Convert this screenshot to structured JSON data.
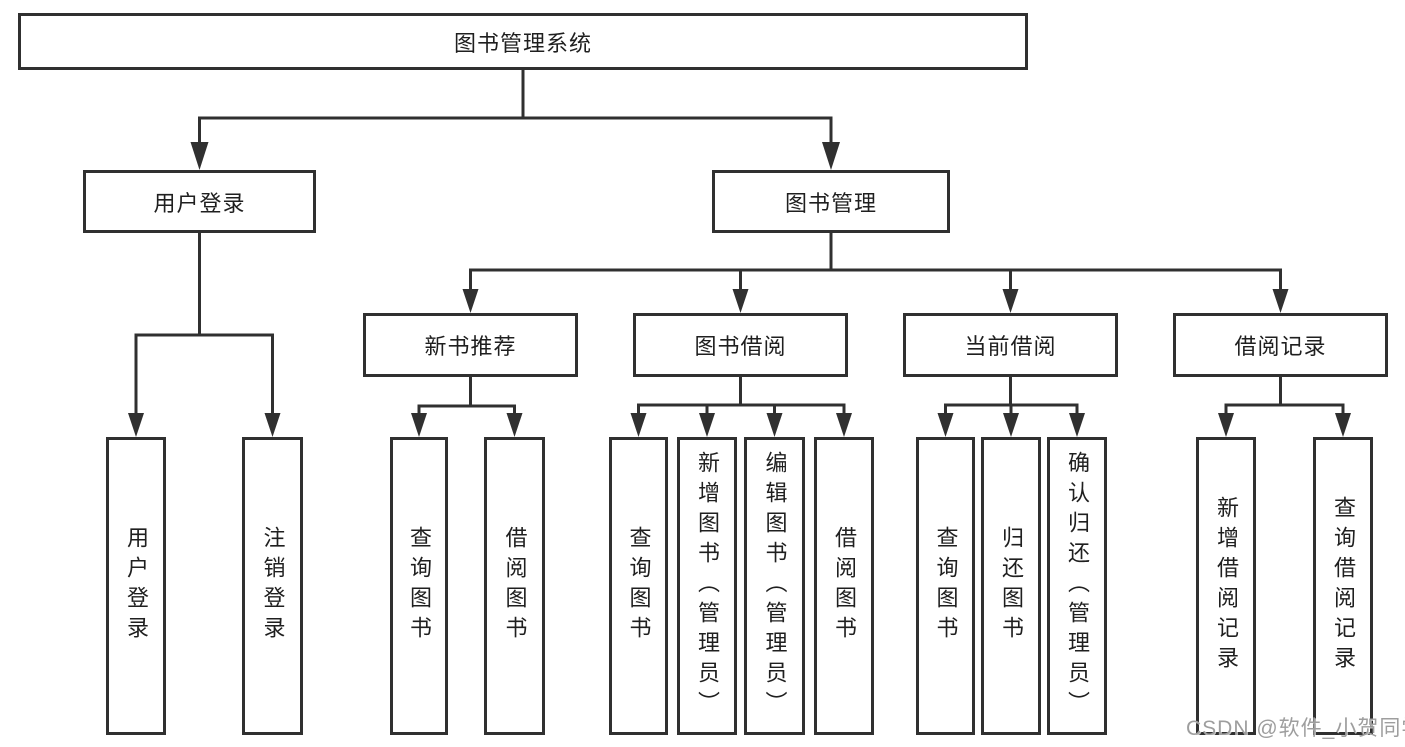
{
  "diagram_title": "图书管理系统",
  "colors": {
    "line": "#303030",
    "node_border": "#303030",
    "node_fill": "#ffffff",
    "text": "#1f1f1f",
    "watermark": "#9e9e9e"
  },
  "tree": {
    "label": "图书管理系统",
    "children": [
      {
        "label": "用户登录",
        "children": [
          {
            "label": "用户登录"
          },
          {
            "label": "注销登录"
          }
        ]
      },
      {
        "label": "图书管理",
        "children": [
          {
            "label": "新书推荐",
            "children": [
              {
                "label": "查询图书"
              },
              {
                "label": "借阅图书"
              }
            ]
          },
          {
            "label": "图书借阅",
            "children": [
              {
                "label": "查询图书"
              },
              {
                "label": "新增图书（管理员）"
              },
              {
                "label": "编辑图书（管理员）"
              },
              {
                "label": "借阅图书"
              }
            ]
          },
          {
            "label": "当前借阅",
            "children": [
              {
                "label": "查询图书"
              },
              {
                "label": "归还图书"
              },
              {
                "label": "确认归还（管理员）"
              }
            ]
          },
          {
            "label": "借阅记录",
            "children": [
              {
                "label": "新增借阅记录"
              },
              {
                "label": "查询借阅记录"
              }
            ]
          }
        ]
      }
    ]
  },
  "watermark": {
    "text": "CSDN @软件_小贺同学"
  }
}
